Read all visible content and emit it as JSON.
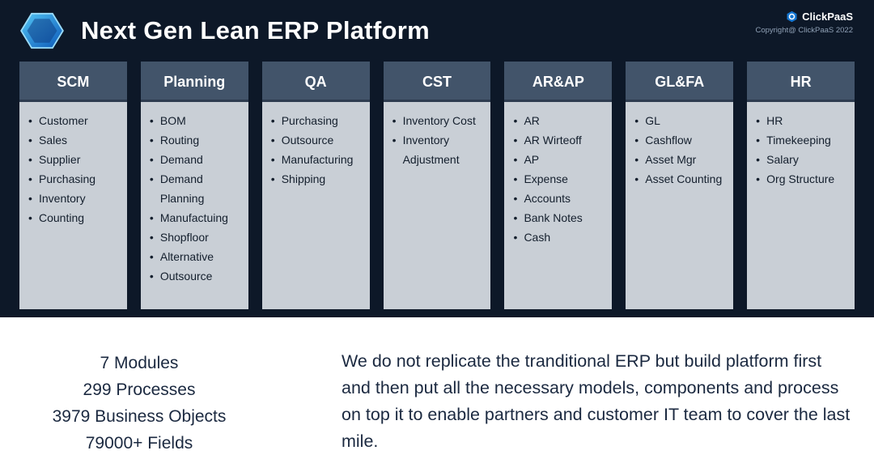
{
  "header": {
    "title": "Next Gen Lean ERP Platform",
    "brand": "ClickPaaS",
    "copyright": "Copyright@ ClickPaaS 2022"
  },
  "icons": {
    "logo": "hexagon-logo-icon",
    "brand": "clickpaas-hexagon-icon"
  },
  "colors": {
    "top_background": "#0d1828",
    "column_header": "#42546a",
    "column_body": "#c9cfd6",
    "accent_blue": "#1677d2",
    "dark_text": "#1b2940"
  },
  "columns": [
    {
      "title": "SCM",
      "items": [
        "Customer",
        "Sales",
        "Supplier",
        "Purchasing",
        "Inventory",
        "Counting"
      ]
    },
    {
      "title": "Planning",
      "items": [
        "BOM",
        "Routing",
        "Demand",
        "Demand Planning",
        "Manufactuing",
        "Shopfloor",
        "Alternative",
        "Outsource"
      ]
    },
    {
      "title": "QA",
      "items": [
        "Purchasing",
        "Outsource",
        "Manufacturing",
        "Shipping"
      ]
    },
    {
      "title": "CST",
      "items": [
        "Inventory Cost",
        "Inventory Adjustment"
      ]
    },
    {
      "title": "AR&AP",
      "items": [
        "AR",
        "AR Wirteoff",
        "AP",
        "Expense",
        "Accounts",
        "Bank Notes",
        "Cash"
      ]
    },
    {
      "title": "GL&FA",
      "items": [
        "GL",
        "Cashflow",
        "Asset Mgr",
        "Asset Counting"
      ]
    },
    {
      "title": "HR",
      "items": [
        "HR",
        "Timekeeping",
        "Salary",
        "Org Structure"
      ]
    }
  ],
  "footer": {
    "stats": [
      "7 Modules",
      "299 Processes",
      "3979 Business Objects",
      "79000+ Fields"
    ],
    "description": "We do not replicate the tranditional ERP but build platform first and then put all the necessary models, components and process on top it to enable partners and customer IT team to cover the last mile."
  }
}
